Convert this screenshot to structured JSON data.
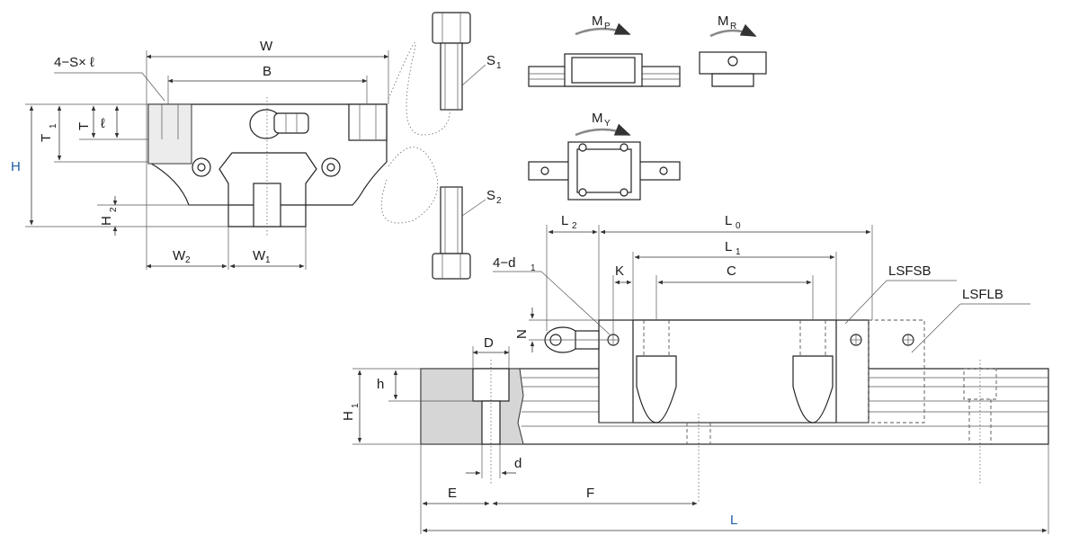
{
  "labels": {
    "w": "W",
    "b": "B",
    "sxl": "4−S× ℓ",
    "t1": "T",
    "t1_sub": "1",
    "t": "T",
    "l_small": "ℓ",
    "h": "H",
    "h2": "H",
    "h2_sub": "2",
    "w2": "W",
    "w2_sub": "2",
    "w1": "W",
    "w1_sub": "1",
    "s1": "S",
    "s1_sub": "1",
    "s2": "S",
    "s2_sub": "2",
    "mp": "M",
    "mp_sub": "P",
    "mr": "M",
    "mr_sub": "R",
    "my": "M",
    "my_sub": "Y",
    "l2": "L",
    "l2_sub": "2",
    "l0": "L",
    "l0_sub": "0",
    "l1": "L",
    "l1_sub": "1",
    "d1": "4−d",
    "d1_sub": "1",
    "k": "K",
    "c": "C",
    "n": "N",
    "lsfsb": "LSFSB",
    "lsflb": "LSFLB",
    "d_upper": "D",
    "h_small": "h",
    "h1": "H",
    "h1_sub": "1",
    "d_lower": "d",
    "e": "E",
    "f": "F",
    "l": "L"
  },
  "colors": {
    "blue_label": "#1f5fa8",
    "line": "#222222",
    "rail_grey": "#d6d6d6"
  }
}
